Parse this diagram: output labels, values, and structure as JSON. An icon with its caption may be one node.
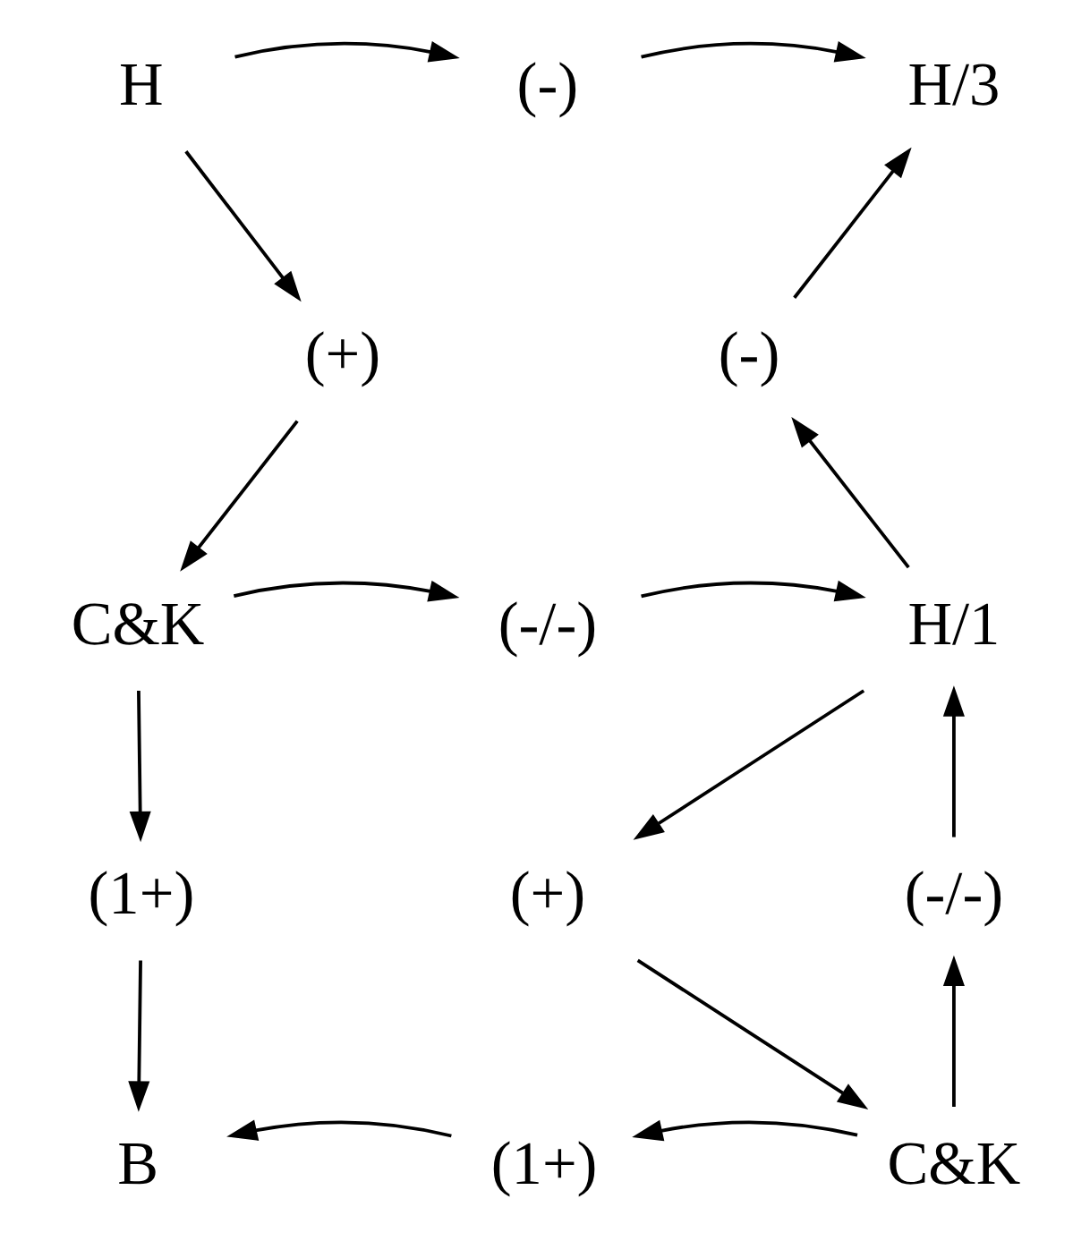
{
  "diagram": {
    "nodes": [
      {
        "text": [
          "H"
        ]
      },
      {
        "text": [
          "(-)"
        ]
      },
      {
        "text": [
          "H/3"
        ]
      },
      {
        "text": [
          "(+)"
        ]
      },
      {
        "text": [
          "(-)"
        ]
      },
      {
        "text": [
          "C&K"
        ]
      },
      {
        "text": [
          "(-/-)"
        ]
      },
      {
        "text": [
          "H/1"
        ]
      },
      {
        "text": [
          "(1+)"
        ]
      },
      {
        "text": [
          "(+)"
        ]
      },
      {
        "text": [
          "(-/-)"
        ]
      },
      {
        "text": [
          "B"
        ]
      },
      {
        "text": [
          "(1+)"
        ]
      },
      {
        "text": [
          "C&K"
        ]
      }
    ],
    "edges": [
      {
        "from": 0,
        "to": 1,
        "arrow": "to"
      },
      {
        "from": 1,
        "to": 2,
        "arrow": "to"
      },
      {
        "from": 0,
        "to": 3,
        "arrow": "to"
      },
      {
        "from": 3,
        "to": 5,
        "arrow": "to"
      },
      {
        "from": 4,
        "to": 2,
        "arrow": "to"
      },
      {
        "from": 7,
        "to": 4,
        "arrow": "to"
      },
      {
        "from": 5,
        "to": 6,
        "arrow": "to"
      },
      {
        "from": 6,
        "to": 7,
        "arrow": "to"
      },
      {
        "from": 5,
        "to": 8,
        "arrow": "to"
      },
      {
        "from": 8,
        "to": 11,
        "arrow": "to"
      },
      {
        "from": 7,
        "to": 9,
        "arrow": "to"
      },
      {
        "from": 9,
        "to": 13,
        "arrow": "to"
      },
      {
        "from": 13,
        "to": 10,
        "arrow": "to"
      },
      {
        "from": 10,
        "to": 7,
        "arrow": "to"
      },
      {
        "from": 13,
        "to": 12,
        "arrow": "to"
      },
      {
        "from": 12,
        "to": 11,
        "arrow": "to"
      }
    ]
  }
}
